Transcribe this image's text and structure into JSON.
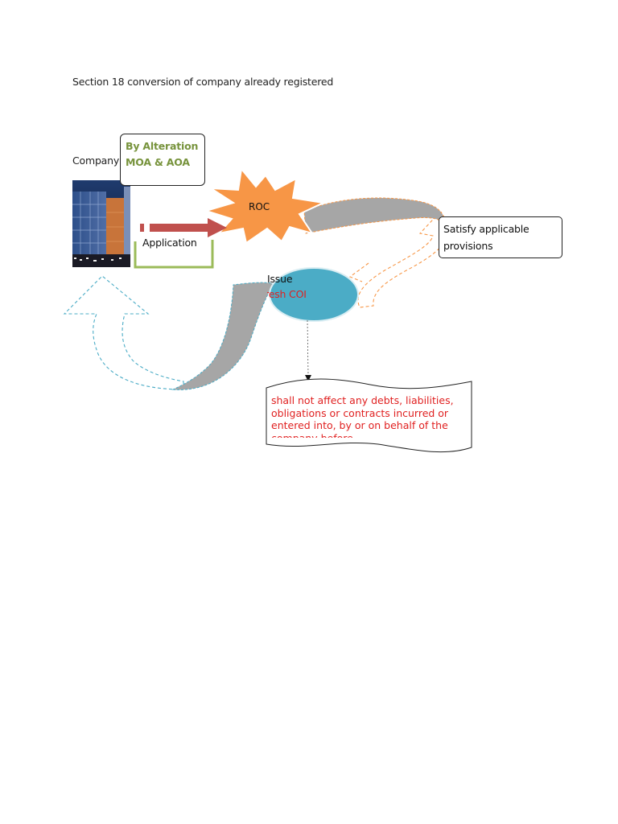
{
  "title": "Section 18 conversion of company already registered",
  "company_label": "Company",
  "alteration": {
    "line1": "By Alteration",
    "line2": "MOA & AOA"
  },
  "roc_label": "ROC",
  "application_label": "Application",
  "satisfy": {
    "line1": "Satisfy applicable",
    "line2": "provisions"
  },
  "issue": {
    "line1": "Issue",
    "line2": "Fresh COI"
  },
  "note": "shall not affect any debts, liabilities, obligations or contracts incurred or entered into, by or on behalf of the company before",
  "colors": {
    "starburst": "#f79646",
    "arrow_red": "#c0504d",
    "bracket_green": "#9bbb59",
    "ellipse": "#4bacc6",
    "ribbon_gray": "#a6a6a6",
    "dash_orange": "#f79646",
    "dash_blue": "#4bacc6",
    "text_red": "#e02020",
    "text_green": "#77933c"
  }
}
